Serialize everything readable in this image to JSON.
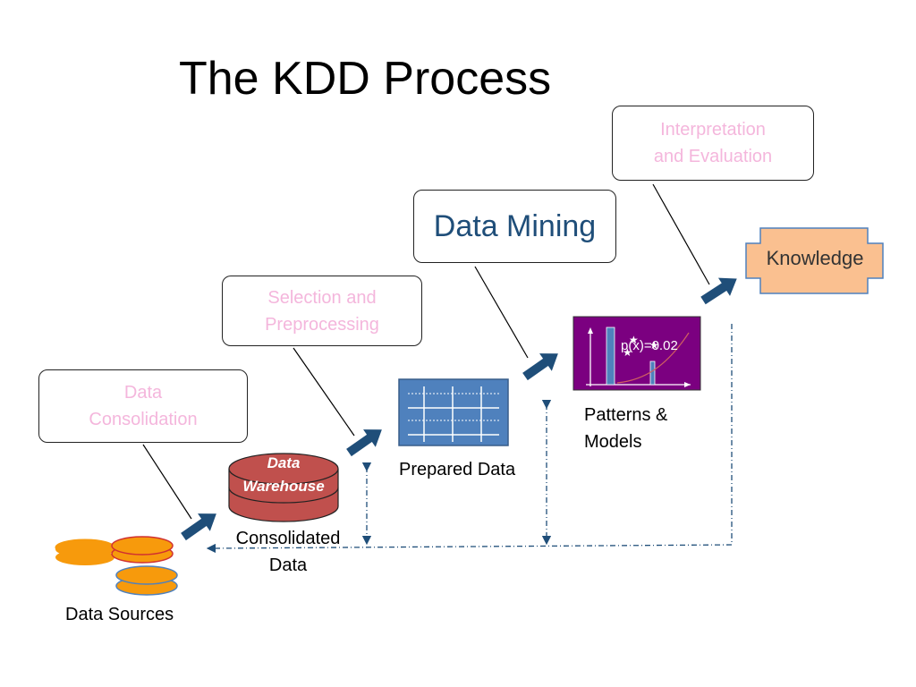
{
  "title": "The KDD Process",
  "steps": [
    {
      "lines": [
        "Data",
        "Consolidation"
      ]
    },
    {
      "lines": [
        "Selection and",
        "Preprocessing"
      ]
    },
    {
      "lines": [
        "Data Mining"
      ]
    },
    {
      "lines": [
        "Interpretation",
        "and Evaluation"
      ]
    }
  ],
  "artifacts": {
    "data_sources": "Data Sources",
    "data_warehouse": [
      "Data",
      "Warehouse"
    ],
    "consolidated_data": [
      "Consolidated",
      "Data"
    ],
    "prepared_data": "Prepared Data",
    "patterns_models": [
      "Patterns &",
      "Models"
    ],
    "pattern_value": "p(x)=0.02",
    "knowledge": "Knowledge"
  },
  "colors": {
    "step_text": "#f4b6dc",
    "mining_text": "#1f4e79",
    "arrow": "#1f4e79",
    "warehouse": "#c0504d",
    "prepared": "#4f81bd",
    "patterns": "#7b0080",
    "knowledge": "#fac090",
    "disk": "#f79a0c"
  }
}
